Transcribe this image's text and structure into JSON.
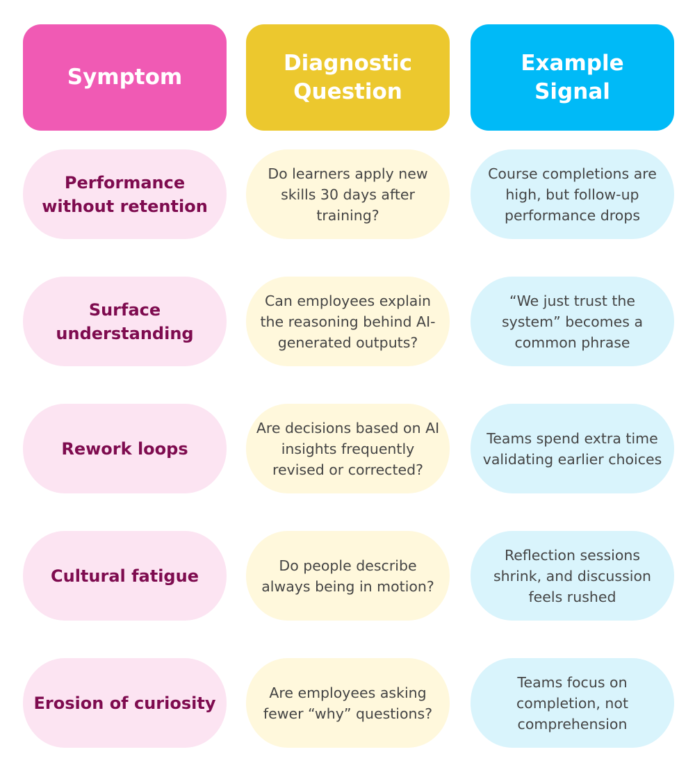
{
  "headers": [
    "Symptom",
    "Diagnostic Question",
    "Example Signal"
  ],
  "rows": [
    {
      "symptom": "Performance without retention",
      "question": "Do learners apply new skills 30 days after training?",
      "signal": "Course completions are high, but follow-up performance drops"
    },
    {
      "symptom": "Surface understanding",
      "question": "Can employees explain the reasoning behind AI-generated outputs?",
      "signal": "“We just trust the system” becomes a common phrase"
    },
    {
      "symptom": "Rework loops",
      "question": "Are decisions based on AI insights frequently revised or corrected?",
      "signal": "Teams spend extra time validating earlier choices"
    },
    {
      "symptom": "Cultural fatigue",
      "question": "Do people describe always being in motion?",
      "signal": "Reflection sessions shrink, and discussion feels rushed"
    },
    {
      "symptom": "Erosion of curiosity",
      "question": "Are employees asking fewer “why” questions?",
      "signal": "Teams focus on completion, not comprehension"
    }
  ],
  "colors": {
    "symptom": "#F05AB4",
    "question": "#ECC82E",
    "signal": "#00BAF7"
  }
}
